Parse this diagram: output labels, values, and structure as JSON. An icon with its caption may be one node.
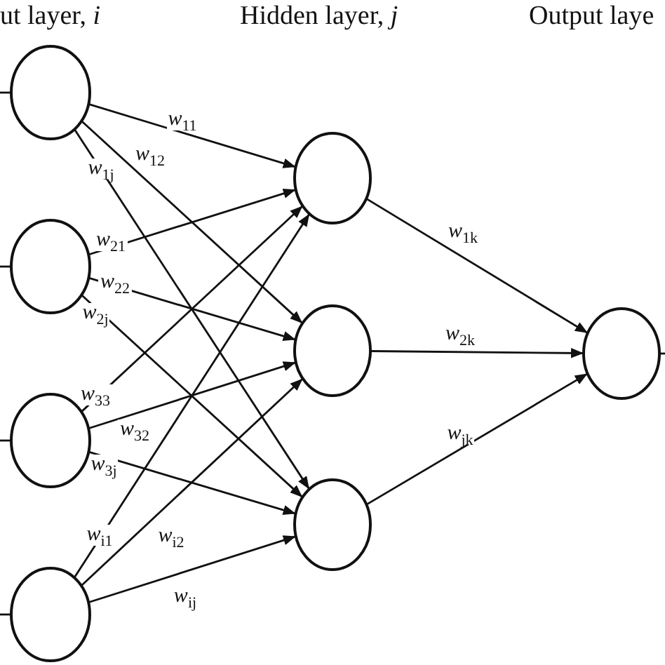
{
  "diagram": {
    "nodes": [
      {
        "text": [],
        "shape": "circle"
      },
      {
        "text": [],
        "shape": "circle"
      },
      {
        "text": [],
        "shape": "circle"
      },
      {
        "text": [],
        "shape": "circle"
      },
      {
        "text": [],
        "shape": "circle"
      },
      {
        "text": [],
        "shape": "circle"
      },
      {
        "text": [],
        "shape": "circle"
      },
      {
        "text": [],
        "shape": "circle"
      }
    ],
    "edges": [
      {
        "from": 0,
        "to": 4,
        "arrow": "to",
        "label": "*w*$_{11}$"
      },
      {
        "from": 0,
        "to": 5,
        "arrow": "to",
        "label": "*w*$_{12}$"
      },
      {
        "from": 0,
        "to": 6,
        "arrow": "to",
        "label": "*w*$_{1j}$"
      },
      {
        "from": 1,
        "to": 4,
        "arrow": "to",
        "label": "*w*$_{21}$"
      },
      {
        "from": 1,
        "to": 5,
        "arrow": "to",
        "label": "*w*$_{22}$"
      },
      {
        "from": 1,
        "to": 6,
        "arrow": "to",
        "label": "*w*$_{2j}$"
      },
      {
        "from": 2,
        "to": 4,
        "arrow": "to",
        "label": "*w*$_{33}$"
      },
      {
        "from": 2,
        "to": 5,
        "arrow": "to",
        "label": "*w*$_{32}$"
      },
      {
        "from": 2,
        "to": 6,
        "arrow": "to",
        "label": "*w*$_{3j}$"
      },
      {
        "from": 3,
        "to": 4,
        "arrow": "to",
        "label": "*w*$_{i1}$"
      },
      {
        "from": 3,
        "to": 5,
        "arrow": "to",
        "label": "*w*$_{i2}$"
      },
      {
        "from": 3,
        "to": 6,
        "arrow": "to",
        "label": "*w*$_{ij}$"
      },
      {
        "from": 4,
        "to": 7,
        "arrow": "to",
        "label": "*w*$_{1k}$"
      },
      {
        "from": 5,
        "to": 7,
        "arrow": "to",
        "label": "*w*$_{2k}$"
      },
      {
        "from": 6,
        "to": 7,
        "arrow": "to",
        "label": "*w*$_{jk}$"
      },
      {
        "from": null,
        "to": 0,
        "arrow": "none"
      },
      {
        "from": null,
        "to": 1,
        "arrow": "none"
      },
      {
        "from": null,
        "to": 2,
        "arrow": "none"
      },
      {
        "from": null,
        "to": 3,
        "arrow": "none"
      },
      {
        "from": 7,
        "to": null,
        "arrow": "none"
      }
    ],
    "labels": [
      "ut layer, *i*",
      "Hidden layer, *j*",
      "Output laye"
    ]
  }
}
